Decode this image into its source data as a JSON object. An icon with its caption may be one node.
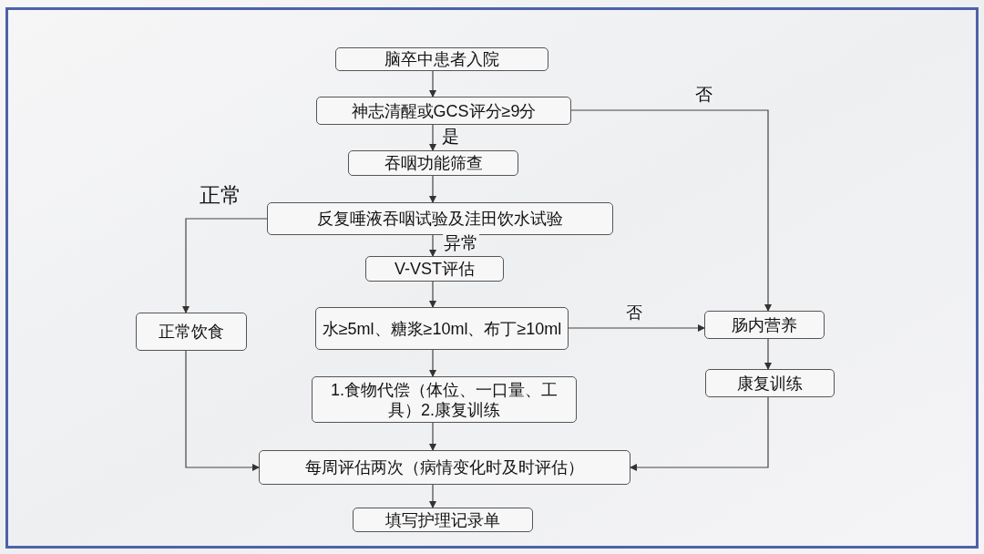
{
  "diagram": {
    "nodes": [
      {
        "text": [
          "脑卒中患者入院"
        ]
      },
      {
        "text": [
          "神志清醒或GCS评分≥9分"
        ]
      },
      {
        "text": [
          "吞咽功能筛查"
        ]
      },
      {
        "text": [
          "反复唾液吞咽试验及洼田饮水试验"
        ]
      },
      {
        "text": [
          "V-VST评估"
        ]
      },
      {
        "text": [
          "水≥5ml、糖浆≥10ml、布丁≥10ml"
        ]
      },
      {
        "text": [
          "1.食物代偿（体位、一口量、工具）2.康复训练"
        ]
      },
      {
        "text": [
          "正常饮食"
        ]
      },
      {
        "text": [
          "肠内营养"
        ]
      },
      {
        "text": [
          "康复训练"
        ]
      },
      {
        "text": [
          "每周评估两次（病情变化时及时评估）"
        ]
      },
      {
        "text": [
          "填写护理记录单"
        ]
      }
    ],
    "edges": [
      {
        "from": 0,
        "to": 1,
        "arrow": "to"
      },
      {
        "from": 1,
        "to": 2,
        "arrow": "to",
        "label": "是"
      },
      {
        "from": 2,
        "to": 3,
        "arrow": "to"
      },
      {
        "from": 3,
        "to": 4,
        "arrow": "to",
        "label": "异常"
      },
      {
        "from": 4,
        "to": 5,
        "arrow": "to"
      },
      {
        "from": 5,
        "to": 6,
        "arrow": "to"
      },
      {
        "from": 6,
        "to": 10,
        "arrow": "to"
      },
      {
        "from": 10,
        "to": 11,
        "arrow": "to"
      },
      {
        "from": 3,
        "to": 7,
        "arrow": "to",
        "label": "正常"
      },
      {
        "from": 1,
        "to": 8,
        "arrow": "to",
        "label": "否"
      },
      {
        "from": 5,
        "to": 8,
        "arrow": "to",
        "label": "否"
      },
      {
        "from": 8,
        "to": 9,
        "arrow": "to"
      },
      {
        "from": 9,
        "to": 10,
        "arrow": "to"
      },
      {
        "from": 7,
        "to": 10,
        "arrow": "to"
      }
    ]
  }
}
